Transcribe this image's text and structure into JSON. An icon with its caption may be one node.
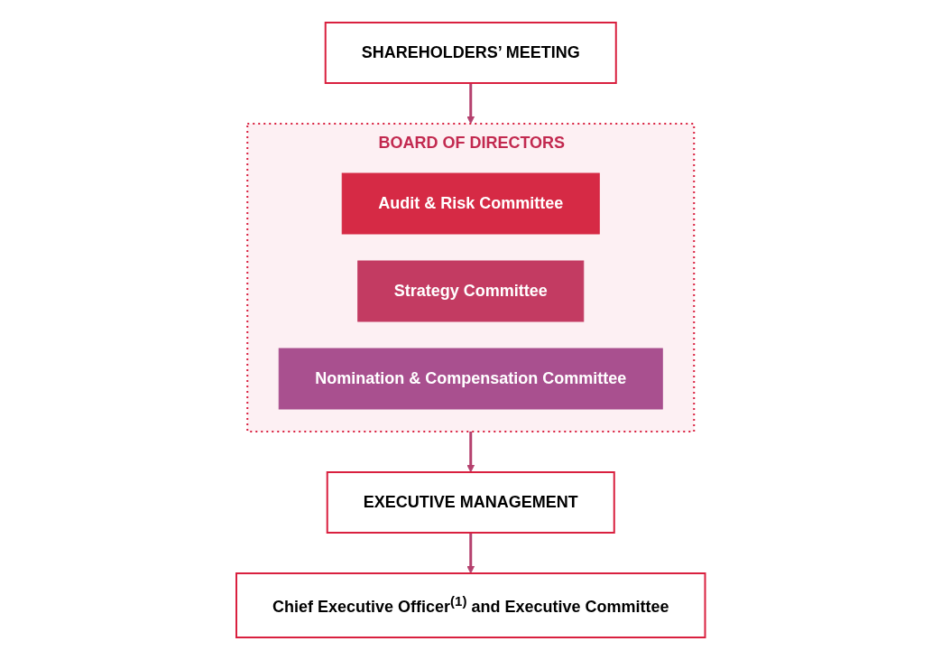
{
  "diagram": {
    "nodes": [
      {
        "text": [
          "SHAREHOLDERS’ MEETING"
        ]
      },
      {
        "text": [
          "BOARD OF DIRECTORS"
        ]
      },
      {
        "text": [
          "Audit & Risk Committee"
        ],
        "in": 1
      },
      {
        "text": [
          "Strategy Committee"
        ],
        "in": 1
      },
      {
        "text": [
          "Nomination & Compensation Committee"
        ],
        "in": 1
      },
      {
        "text": [
          "EXECUTIVE MANAGEMENT"
        ]
      },
      {
        "text": [
          "Chief Executive Officer$^{(1)}$ and Executive Committee"
        ]
      }
    ],
    "edges": [
      {
        "from": 0,
        "to": 1,
        "arrow": "to"
      },
      {
        "from": 1,
        "to": 5,
        "arrow": "to"
      },
      {
        "from": 5,
        "to": 6,
        "arrow": "to"
      }
    ]
  }
}
